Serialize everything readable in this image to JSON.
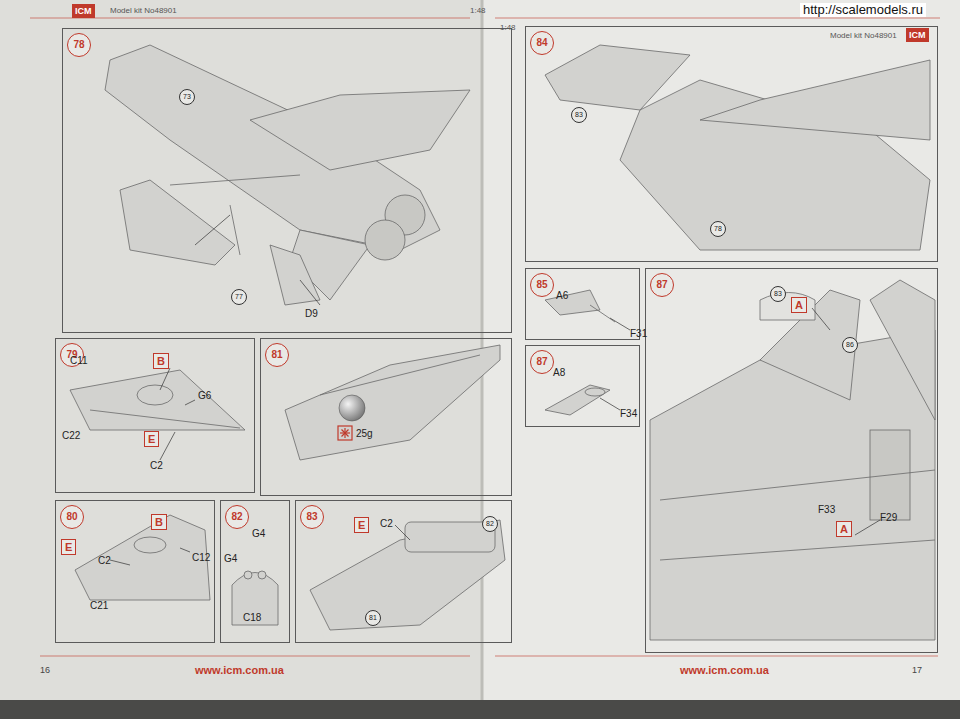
{
  "diagram": {
    "nodes": [
      {
        "text": [
          "78"
        ]
      },
      {
        "text": [
          "79"
        ]
      },
      {
        "text": [
          "B"
        ],
        "in": 1
      },
      {
        "text": [
          "E"
        ],
        "in": 1
      },
      {
        "text": [
          "81"
        ]
      },
      {
        "text": [
          "80"
        ]
      },
      {
        "text": [
          "B"
        ],
        "in": 5
      },
      {
        "text": [
          "E"
        ],
        "in": 5
      },
      {
        "text": [
          "82"
        ]
      },
      {
        "text": [
          "83"
        ]
      },
      {
        "text": [
          "E"
        ],
        "in": 9
      },
      {
        "text": [
          "84"
        ]
      },
      {
        "text": [
          "85"
        ]
      },
      {
        "text": [
          "87"
        ]
      },
      {
        "text": [
          "87"
        ]
      },
      {
        "text": [
          "A"
        ],
        "in": 14
      },
      {
        "text": [
          "A"
        ],
        "in": 14
      }
    ],
    "labels": [
      "ICM",
      "Model kit No48901",
      "1:48",
      "1:48",
      "http://scalemodels.ru",
      "Model kit No48901",
      "ICM",
      "73",
      "77",
      "D9",
      "C11",
      "G6",
      "C22",
      "C2",
      "25g",
      "C12",
      "C2",
      "C21",
      "G4",
      "G4",
      "C18",
      "C2",
      "82",
      "81",
      "83",
      "78",
      "A6",
      "F31",
      "A8",
      "F34",
      "83",
      "86",
      "F33",
      "F29",
      "16",
      "www.icm.com.ua",
      "www.icm.com.ua",
      "17"
    ]
  }
}
